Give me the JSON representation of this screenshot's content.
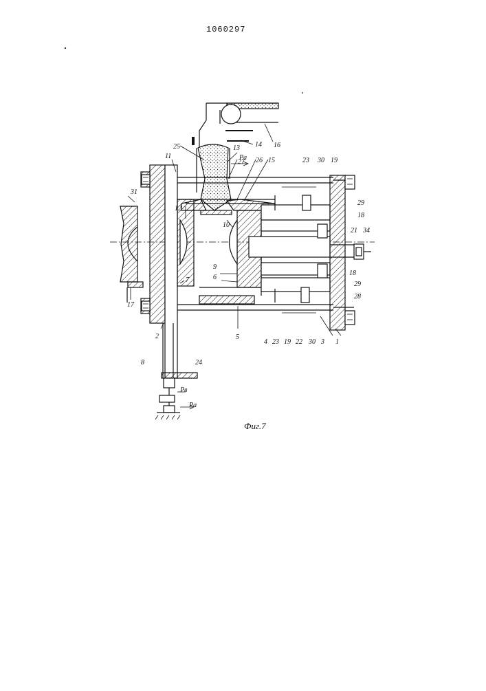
{
  "document": {
    "patent_number": "1060297",
    "figure_caption": "Фиг.7",
    "callouts": {
      "c1": "1",
      "c2": "2",
      "c3": "3",
      "c4": "4",
      "c5": "5",
      "c6": "6",
      "c7": "7",
      "c8": "8",
      "c9": "9",
      "c10": "10",
      "c11": "11",
      "c12": "12",
      "c13": "13",
      "c14": "14",
      "c15": "15",
      "c16": "16",
      "c17": "17",
      "c18a": "18",
      "c18b": "18",
      "c19a": "19",
      "c19b": "19",
      "c21": "21",
      "c22": "22",
      "c23a": "23",
      "c23b": "23",
      "c24": "24",
      "c25": "25",
      "c26": "26",
      "c27": "27",
      "c28": "28",
      "c29a": "29",
      "c29b": "29",
      "c30a": "30",
      "c30b": "30",
      "c31": "31",
      "c34": "34"
    },
    "flow_labels": {
      "pa_top": "Pa",
      "pv_bottom": "Pв",
      "pa_bottom": "Pa"
    }
  }
}
